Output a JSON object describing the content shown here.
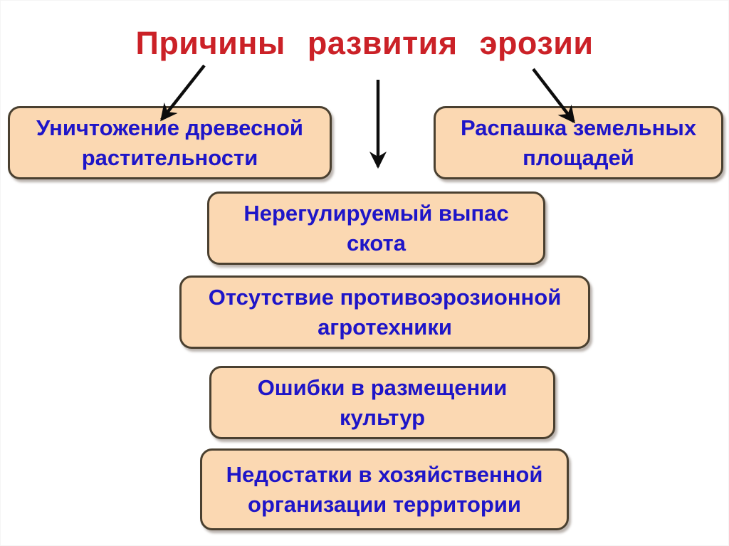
{
  "slide": {
    "title": "Причины развития эрозии",
    "type": "presentation-diagram"
  },
  "colors": {
    "background": "#ffffff",
    "title_text": "#cb2127",
    "box_fill": "#fbd8b2",
    "box_border": "#4a4030",
    "box_text": "#1e15c8",
    "arrow": "#0d0d0d"
  },
  "boxes": [
    {
      "id": "left",
      "label": "Уничтожение древесной растительности"
    },
    {
      "id": "right",
      "label": "Распашка земельных площадей"
    },
    {
      "id": "center",
      "label": "Нерегулируемый выпас скота"
    },
    {
      "id": "agro",
      "label": "Отсутствие противоэрозионной агротехники"
    },
    {
      "id": "crops",
      "label": "Ошибки в размещении культур"
    },
    {
      "id": "org",
      "label": "Недостатки в хозяйственной организации территории"
    }
  ],
  "arrows": [
    {
      "name": "arrow-to-left-box",
      "direction": "down-left"
    },
    {
      "name": "arrow-to-center-box",
      "direction": "down"
    },
    {
      "name": "arrow-to-right-box",
      "direction": "down-right"
    }
  ]
}
